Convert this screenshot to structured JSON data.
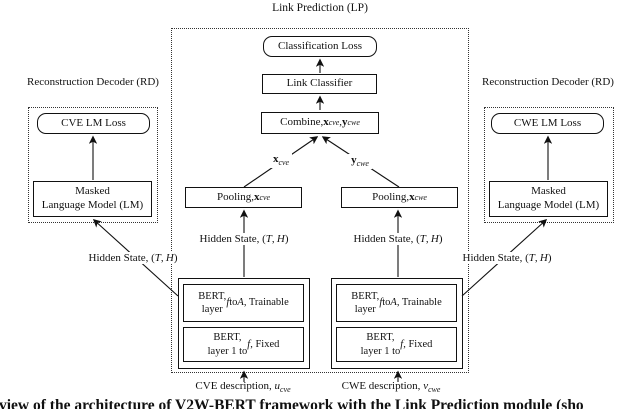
{
  "colors": {
    "ink": "#111111",
    "background": "#ffffff"
  },
  "title": "Link Prediction (LP)",
  "lp": {
    "classification_loss": "Classification Loss",
    "link_classifier": "Link Classifier",
    "combine_html": "Combine, <b>x</b><sub>cve</sub>, <b>y</b><sub>cwe</sub>",
    "x_cve_html": "<b>x</b><sub>cve</sub>",
    "y_cwe_html": "<b>y</b><sub>cwe</sub>",
    "pooling_cve_html": "Pooling, <b>x</b><sub>cve</sub>",
    "pooling_cwe_html": "Pooling, <b>x</b><sub>cwe</sub>",
    "hidden_state_html": "Hidden State, (<i>T</i>,&thinsp;<i>H</i>)"
  },
  "bert": {
    "trainable_html": "BERT,<br>layer <i>f</i> to <i>A</i>, Trainable",
    "fixed_html": "BERT,<br>layer 1 to <i>f</i>, Fixed"
  },
  "rd_left": {
    "title": "Reconstruction Decoder (RD)",
    "loss": "CVE LM Loss",
    "lm_html": "Masked<br>Language Model (LM)"
  },
  "rd_right": {
    "title": "Reconstruction Decoder (RD)",
    "loss": "CWE LM Loss",
    "lm_html": "Masked<br>Language Model (LM)"
  },
  "inputs": {
    "cve_html": "CVE description, <i>u</i><sub>cve</sub>",
    "cwe_html": "CWE description, <i>v</i><sub>cwe</sub>"
  },
  "caption": "view of the architecture of V2W-BERT framework with the Link Prediction module (sho"
}
